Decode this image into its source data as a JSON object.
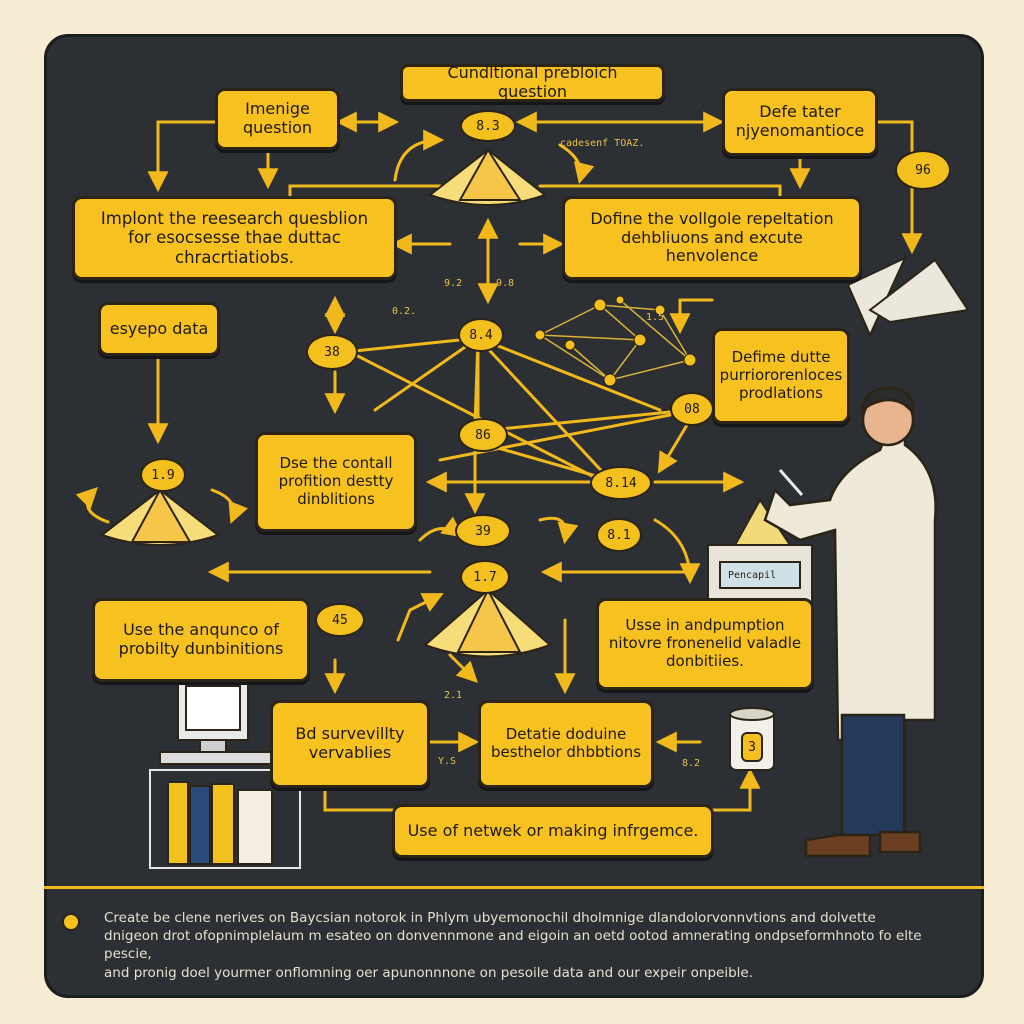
{
  "diagram": {
    "title_box": "Cundltional prebloich question",
    "boxes": {
      "research_question": [
        "Imenige",
        "question"
      ],
      "define_data": [
        "Defe tater",
        "njyenomantioce"
      ],
      "implement": [
        "Implont the reesearch quesblion",
        "for esocsesse thae duttac chracrtiatiobs."
      ],
      "define_variable": [
        "Dofine the vollgole repeltation",
        "dehbliuons and excute henvolence"
      ],
      "esyepo_data": [
        "esyepo data"
      ],
      "define_dutte": [
        "Defime dutte",
        "purriororenloces",
        "prodlations"
      ],
      "use_conditional": [
        "Dse the contall",
        "profition destty",
        "dinblitions"
      ],
      "use_sequence": [
        "Use the anqunco of",
        "probilty dunbinitions"
      ],
      "use_in": [
        "Usse in andpumption",
        "nitovre fronenelid valadle",
        "donbitiies."
      ],
      "bd_survey": [
        "Bd survevillty",
        "vervablies"
      ],
      "define_dutrie": [
        "Detatie doduine",
        "besthelor dhbbtions"
      ],
      "network": [
        "Use of netwek or making infrgemce."
      ]
    },
    "nodes": {
      "n1": "8.3",
      "n2": "8.4",
      "n3": "38",
      "n4": "86",
      "n5": "96",
      "n6": "8.14",
      "n7": "39",
      "n8": "8.1",
      "n9": "1.9",
      "n10": "1.7",
      "n11": "45",
      "n12": "08",
      "n13": "3"
    },
    "small_labels": [
      "cadesenf  TOAZ.",
      "9.2",
      "9.8",
      "0.2.",
      "1.5",
      "2.1",
      "8.2",
      "Y.S"
    ],
    "lamp_caption": "Pencapil",
    "caption_lines": [
      "Create be clene nerives on Baycsian notorok in Phlym  ubyemonochil dholmnige dlandolorvonnvtions and dolvette",
      "dnigeon drot ofopnimplelaum m esateo on donvennmone and eigoin an oetd ootod amnerating ondpseformhnoto fo elte pescie,",
      "and pronig doel yourmer onflomning oer apunonnnone on pesoile data and our expeir onpeible."
    ],
    "colors": {
      "board": "#2c2f33",
      "accent": "#f7c21f",
      "background": "#f6ecd4"
    }
  }
}
